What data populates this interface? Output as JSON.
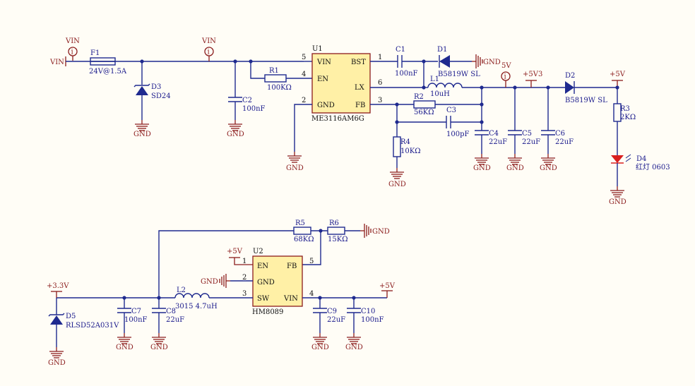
{
  "labels": {
    "vin_left_top": "VIN",
    "vin_left": "VIN",
    "vin_mid": "VIN",
    "f1": "F1",
    "f1_val": "24V@1.5A",
    "d3": "D3",
    "d3_val": "SD24",
    "gnd": "GND",
    "c2": "C2",
    "c2_val": "100nF",
    "r1": "R1",
    "r1_val": "100KΩ",
    "u1": "U1",
    "u1_part": "ME3116AM6G",
    "u1_pin_vin": "VIN",
    "u1_pin_en": "EN",
    "u1_pin_gnd": "GND",
    "u1_pin_bst": "BST",
    "u1_pin_lx": "LX",
    "u1_pin_fb": "FB",
    "u1_n5": "5",
    "u1_n4": "4",
    "u1_n2": "2",
    "u1_n1": "1",
    "u1_n6": "6",
    "u1_n3": "3",
    "c1": "C1",
    "c1_val": "100nF",
    "d1": "D1",
    "d1_val": "B5819W SL",
    "l1": "L1",
    "l1_val": "10uH",
    "r2": "R2",
    "r2_val": "56KΩ",
    "c3": "C3",
    "c3_val": "100pF",
    "r4": "R4",
    "r4_val": "10KΩ",
    "c4": "C4",
    "c4_val": "22uF",
    "c5": "C5",
    "c5_val": "22uF",
    "c6": "C6",
    "c6_val": "22uF",
    "net_5v": "5V",
    "net_p5v3": "+5V3",
    "d2": "D2",
    "d2_val": "B5819W SL",
    "net_p5v_a": "+5V",
    "r3": "R3",
    "r3_val": "2KΩ",
    "d4": "D4",
    "d4_val": "红灯 0603",
    "r5": "R5",
    "r5_val": "68KΩ",
    "r6": "R6",
    "r6_val": "15KΩ",
    "net_p5v_b": "+5V",
    "u2": "U2",
    "u2_part": "HM8089",
    "u2_pin_en": "EN",
    "u2_pin_gnd": "GND",
    "u2_pin_sw": "SW",
    "u2_pin_fb": "FB",
    "u2_pin_vin": "VIN",
    "u2_n1": "1",
    "u2_n2": "2",
    "u2_n3": "3",
    "u2_n5": "5",
    "u2_n4": "4",
    "l2": "L2",
    "l2_val": "3015 4.7uH",
    "net_p3v3": "+3.3V",
    "d5": "D5",
    "d5_val": "RLSD52A031V",
    "c7": "C7",
    "c7_val": "100nF",
    "c8": "C8",
    "c8_val": "22uF",
    "c9": "C9",
    "c9_val": "22uF",
    "c10": "C10",
    "c10_val": "100nF",
    "net_p5v_c": "+5V"
  },
  "colors": {
    "wire": "#1f2a8f",
    "power": "#8b1d1d",
    "ic_fill": "#fff0a6",
    "led": "#d91f1f"
  }
}
